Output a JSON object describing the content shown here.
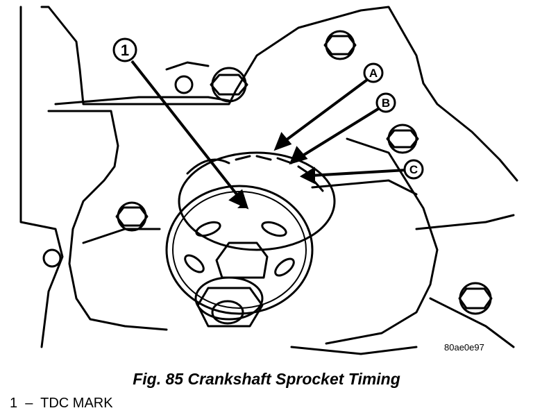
{
  "callouts": {
    "tdc": "1",
    "a": "A",
    "b": "B",
    "c": "C"
  },
  "image_code": "80ae0e97",
  "caption": "Fig. 85 Crankshaft Sprocket Timing",
  "legend": [
    {
      "number": "1",
      "separator": "–",
      "text": "TDC MARK"
    }
  ]
}
